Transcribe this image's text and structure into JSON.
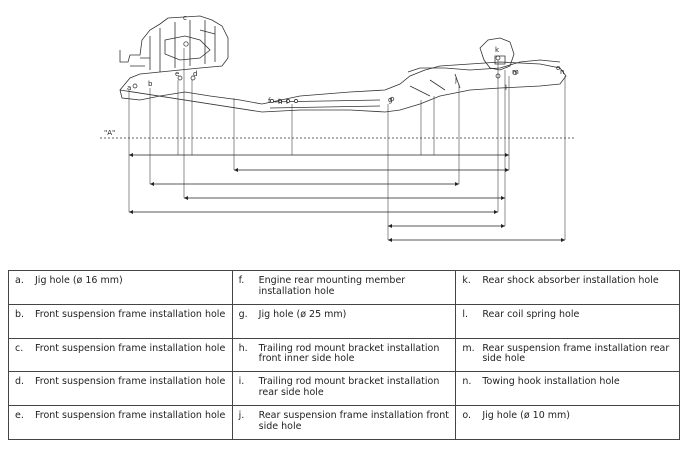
{
  "diagram": {
    "reference_label": "\"A\"",
    "point_letters": [
      "a",
      "b",
      "c",
      "d",
      "e",
      "f",
      "g",
      "h",
      "i",
      "j",
      "k",
      "l",
      "m",
      "n",
      "o"
    ]
  },
  "legend": [
    {
      "letter": "a.",
      "text": "Jig hole (ø 16 mm)"
    },
    {
      "letter": "f.",
      "text": "Engine rear mounting member installation hole"
    },
    {
      "letter": "k.",
      "text": "Rear shock absorber installation hole"
    },
    {
      "letter": "b.",
      "text": "Front suspension frame installation hole"
    },
    {
      "letter": "g.",
      "text": "Jig hole (ø 25 mm)"
    },
    {
      "letter": "l.",
      "text": "Rear coil spring hole"
    },
    {
      "letter": "c.",
      "text": "Front suspension frame installation hole"
    },
    {
      "letter": "h.",
      "text": "Trailing rod mount bracket installation front inner side hole"
    },
    {
      "letter": "m.",
      "text": "Rear suspension frame installation rear side hole"
    },
    {
      "letter": "d.",
      "text": "Front suspension frame installation hole"
    },
    {
      "letter": "i.",
      "text": "Trailing rod mount bracket installation rear side hole"
    },
    {
      "letter": "n.",
      "text": "Towing hook installation hole"
    },
    {
      "letter": "e.",
      "text": "Front suspension frame installation hole"
    },
    {
      "letter": "j.",
      "text": "Rear suspension frame installation front side hole"
    },
    {
      "letter": "o.",
      "text": "Jig hole (ø 10 mm)"
    }
  ]
}
